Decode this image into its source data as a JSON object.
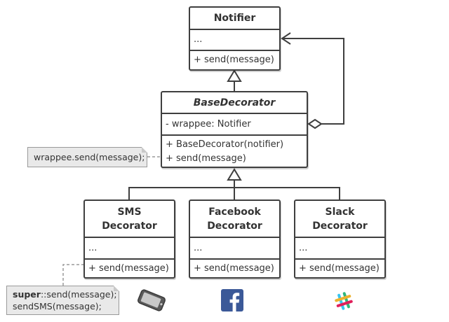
{
  "notifier": {
    "name": "Notifier",
    "fields": "...",
    "method": "+ send(message)"
  },
  "base_decorator": {
    "name": "BaseDecorator",
    "field": "- wrappee: Notifier",
    "method_ctor": "+ BaseDecorator(notifier)",
    "method_send": "+ send(message)"
  },
  "sms_decorator": {
    "name": "SMS\nDecorator",
    "fields": "...",
    "method": "+ send(message)"
  },
  "facebook_decorator": {
    "name": "Facebook\nDecorator",
    "fields": "...",
    "method": "+ send(message)"
  },
  "slack_decorator": {
    "name": "Slack\nDecorator",
    "fields": "...",
    "method": "+ send(message)"
  },
  "note_base": {
    "text": "wrappee.send(message);"
  },
  "note_sms": {
    "keyword": "super",
    "line1_rest": "::send(message);",
    "line2": "sendSMS(message);"
  },
  "icons": {
    "sms": "phone-icon",
    "facebook": "facebook-icon",
    "slack": "slack-icon"
  },
  "colors": {
    "line": "#3f3f3f",
    "note_bg": "#e9e9e9",
    "facebook_blue": "#3b5998",
    "slack_blue": "#36c5f0",
    "slack_green": "#2eb67d",
    "slack_red": "#e01e5a",
    "slack_yellow": "#ecb22e"
  }
}
